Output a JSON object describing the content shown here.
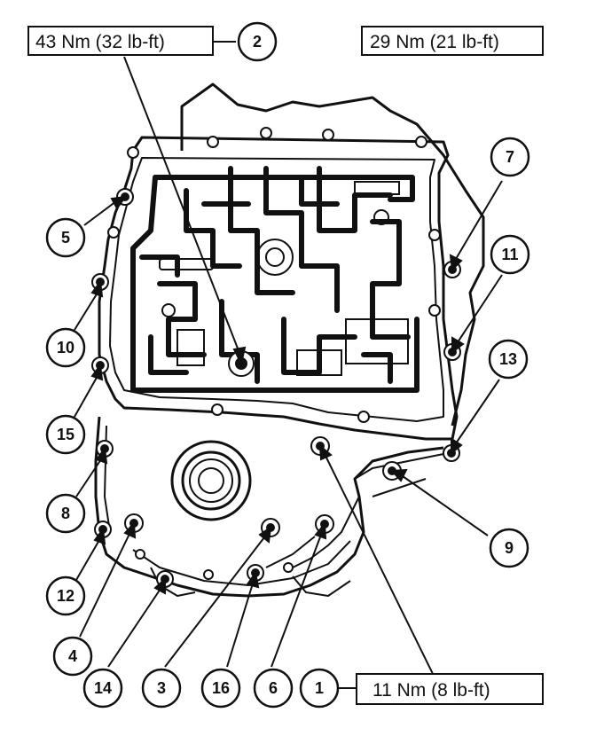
{
  "torque_labels": {
    "t1": "43 Nm (32 lb-ft)",
    "t2": "29 Nm (21 lb-ft)",
    "t3": "11 Nm (8 lb-ft)"
  },
  "callouts": {
    "c1": "1",
    "c2": "2",
    "c3": "3",
    "c4": "4",
    "c5": "5",
    "c6": "6",
    "c7": "7",
    "c8": "8",
    "c9": "9",
    "c10": "10",
    "c11": "11",
    "c12": "12",
    "c13": "13",
    "c14": "14",
    "c15": "15",
    "c16": "16"
  },
  "icons": {
    "bolt": "bolt-icon",
    "shaft": "output-shaft-icon"
  }
}
